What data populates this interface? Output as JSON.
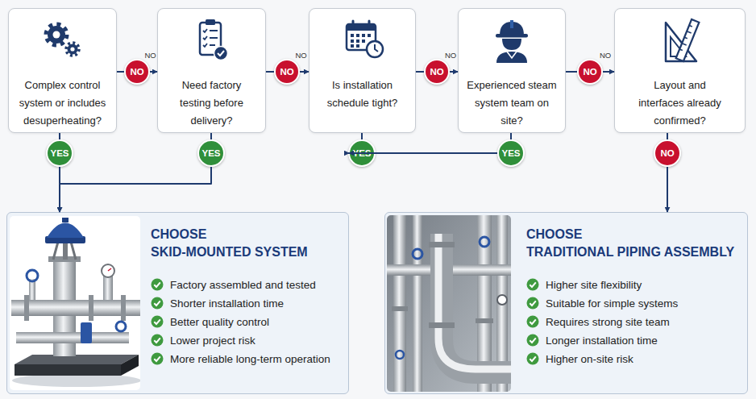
{
  "diagram": {
    "nodes": [
      {
        "text": [
          "Complex control system or includes desuperheating?"
        ]
      },
      {
        "text": [
          "NO"
        ]
      },
      {
        "text": [
          "Need factory testing before delivery?"
        ]
      },
      {
        "text": [
          "NO"
        ]
      },
      {
        "text": [
          "Is installation schedule tight?"
        ]
      },
      {
        "text": [
          "NO"
        ]
      },
      {
        "text": [
          "Experienced steam system team on site?"
        ]
      },
      {
        "text": [
          "NO"
        ]
      },
      {
        "text": [
          "Layout and interfaces already confirmed?"
        ]
      },
      {
        "text": [
          "YES"
        ]
      },
      {
        "text": [
          "YES"
        ]
      },
      {
        "text": [
          "YES"
        ]
      },
      {
        "text": [
          "YES"
        ]
      },
      {
        "text": [
          "NO"
        ]
      },
      {
        "text": [
          "CHOOSE SKID-MOUNTED SYSTEM",
          "Factory assembled and tested",
          "Shorter installation time",
          "Better quality control",
          "Lower project risk",
          "More reliable long-term operation"
        ]
      },
      {
        "text": [
          "CHOOSE TRADITIONAL PIPING ASSEMBLY",
          "Higher site flexibility",
          "Suitable for simple systems",
          "Requires strong site team",
          "Longer installation time",
          "Higher on-site risk"
        ]
      }
    ],
    "edges": [
      {
        "from": 0,
        "to": 1,
        "arrow": "none"
      },
      {
        "from": 1,
        "to": 2,
        "label": "NO",
        "arrow": "to"
      },
      {
        "from": 2,
        "to": 3,
        "arrow": "none"
      },
      {
        "from": 3,
        "to": 4,
        "label": "NO",
        "arrow": "to"
      },
      {
        "from": 4,
        "to": 5,
        "arrow": "none"
      },
      {
        "from": 5,
        "to": 6,
        "label": "NO",
        "arrow": "to"
      },
      {
        "from": 6,
        "to": 7,
        "arrow": "none"
      },
      {
        "from": 7,
        "to": 8,
        "label": "NO",
        "arrow": "to"
      },
      {
        "from": 0,
        "to": 9,
        "arrow": "none"
      },
      {
        "from": 2,
        "to": 10,
        "arrow": "none"
      },
      {
        "from": 4,
        "to": 11,
        "arrow": "none"
      },
      {
        "from": 6,
        "to": 12,
        "arrow": "none"
      },
      {
        "from": 8,
        "to": 13,
        "arrow": "none"
      },
      {
        "from": 9,
        "to": 14,
        "arrow": "to"
      },
      {
        "from": 10,
        "to": 14,
        "arrow": "to"
      },
      {
        "from": 11,
        "to": 14,
        "arrow": "to"
      },
      {
        "from": 12,
        "to": 14,
        "arrow": "to"
      },
      {
        "from": 13,
        "to": 15,
        "arrow": "to"
      }
    ]
  }
}
